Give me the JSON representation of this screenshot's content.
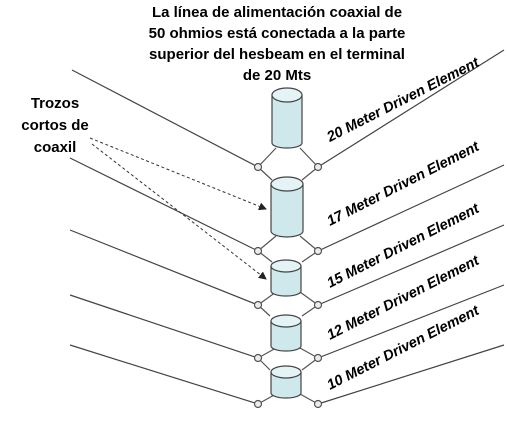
{
  "title_lines": [
    "La línea de alimentación coaxial de",
    "50 ohmios está conectada a la parte",
    "superior del hesbeam en el terminal",
    "de 20 Mts"
  ],
  "note_lines": [
    "Trozos",
    "cortos de",
    "coaxil"
  ],
  "elements": [
    "20 Meter Driven Element",
    "17 Meter Driven Element",
    "15 Meter Driven Element",
    "12 Meter Driven Element",
    "10 Meter Driven Element"
  ],
  "colors": {
    "coax_fill": "#cfe8ec",
    "line": "#444444"
  }
}
